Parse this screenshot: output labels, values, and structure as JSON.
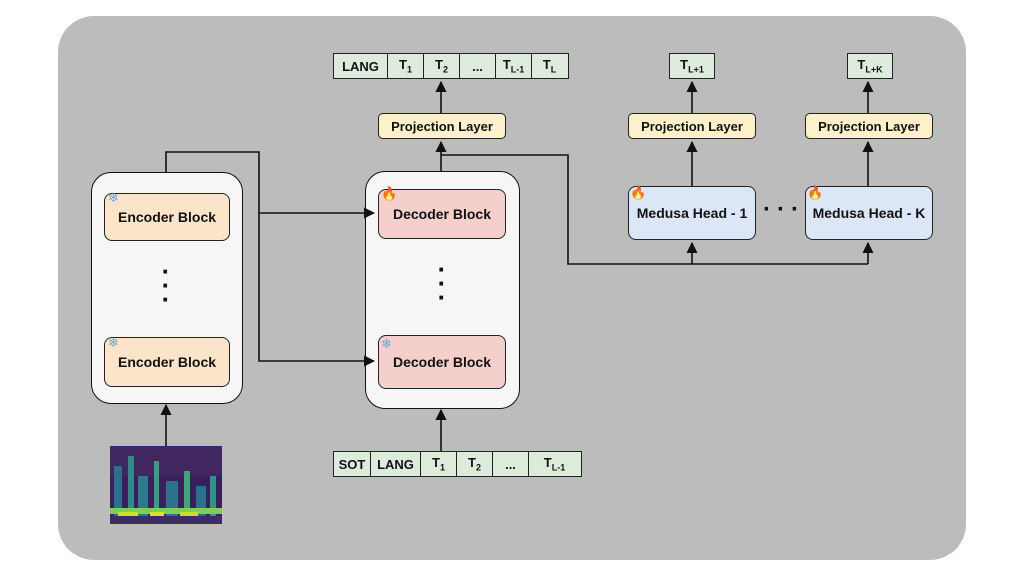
{
  "encoder": {
    "block_top": "Encoder Block",
    "block_bottom": "Encoder Block",
    "top_icon": "snowflake-icon",
    "bottom_icon": "snowflake-icon"
  },
  "decoder": {
    "block_top": "Decoder Block",
    "block_bottom": "Decoder Block",
    "top_icon": "flame-icon",
    "bottom_icon": "snowflake-icon"
  },
  "projection": {
    "main": "Projection Layer",
    "head1": "Projection Layer",
    "headK": "Projection Layer"
  },
  "medusa": {
    "head1": "Medusa Head - 1",
    "headK": "Medusa Head - K",
    "head1_icon": "flame-icon",
    "headK_icon": "flame-icon"
  },
  "output_tokens": [
    {
      "base": "LANG",
      "sub": ""
    },
    {
      "base": "T",
      "sub": "1"
    },
    {
      "base": "T",
      "sub": "2"
    },
    {
      "base": "...",
      "sub": ""
    },
    {
      "base": "T",
      "sub": "L-1"
    },
    {
      "base": "T",
      "sub": "L"
    }
  ],
  "input_tokens": [
    {
      "base": "SOT",
      "sub": ""
    },
    {
      "base": "LANG",
      "sub": ""
    },
    {
      "base": "T",
      "sub": "1"
    },
    {
      "base": "T",
      "sub": "2"
    },
    {
      "base": "...",
      "sub": ""
    },
    {
      "base": "T",
      "sub": "L-1"
    }
  ],
  "medusa_outputs": [
    {
      "base": "T",
      "sub": "L+1"
    },
    {
      "base": "T",
      "sub": "L+K"
    }
  ],
  "colors": {
    "panel": "#bcbcbc",
    "encoder_block": "#fbe4c8",
    "decoder_block": "#f5cfcc",
    "medusa_block": "#dbe6f7",
    "projection": "#fdf1c9",
    "token": "#dcebdc"
  }
}
